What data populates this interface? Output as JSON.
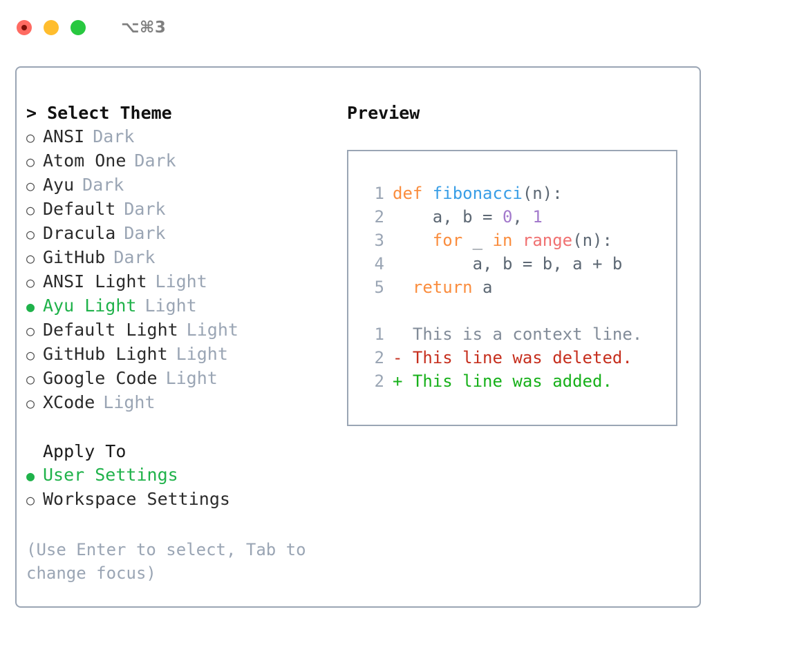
{
  "window": {
    "shortcut": "⌥⌘3",
    "traffic_lights": [
      {
        "name": "close",
        "color": "#ff6b62"
      },
      {
        "name": "minimize",
        "color": "#ffbd2e"
      },
      {
        "name": "maximize",
        "color": "#28c840"
      }
    ]
  },
  "theme_section": {
    "header": "> Select Theme",
    "marker_selected": "●",
    "marker_unselected": "○",
    "items": [
      {
        "marker": "○",
        "label": "ANSI",
        "kind": "Dark",
        "selected": false
      },
      {
        "marker": "○",
        "label": "Atom One",
        "kind": "Dark",
        "selected": false
      },
      {
        "marker": "○",
        "label": "Ayu",
        "kind": "Dark",
        "selected": false
      },
      {
        "marker": "○",
        "label": "Default",
        "kind": "Dark",
        "selected": false
      },
      {
        "marker": "○",
        "label": "Dracula",
        "kind": "Dark",
        "selected": false
      },
      {
        "marker": "○",
        "label": "GitHub",
        "kind": "Dark",
        "selected": false
      },
      {
        "marker": "○",
        "label": "ANSI Light",
        "kind": "Light",
        "selected": false
      },
      {
        "marker": "●",
        "label": "Ayu Light",
        "kind": "Light",
        "selected": true
      },
      {
        "marker": "○",
        "label": "Default Light",
        "kind": "Light",
        "selected": false
      },
      {
        "marker": "○",
        "label": "GitHub Light",
        "kind": "Light",
        "selected": false
      },
      {
        "marker": "○",
        "label": "Google Code",
        "kind": "Light",
        "selected": false
      },
      {
        "marker": "○",
        "label": "XCode",
        "kind": "Light",
        "selected": false
      }
    ]
  },
  "apply_section": {
    "header": "Apply To",
    "items": [
      {
        "marker": "●",
        "label": "User Settings",
        "selected": true
      },
      {
        "marker": "○",
        "label": "Workspace Settings",
        "selected": false
      }
    ]
  },
  "help": {
    "text": "(Use Enter to select, Tab to change focus)"
  },
  "preview": {
    "title": "Preview",
    "code_lines": [
      {
        "number": "1",
        "tokens": [
          {
            "text": "def ",
            "cls": "tok-kw"
          },
          {
            "text": "fibonacci",
            "cls": "tok-fn"
          },
          {
            "text": "(n):",
            "cls": "tok-punc"
          }
        ]
      },
      {
        "number": "2",
        "tokens": [
          {
            "text": "    a, b = ",
            "cls": "tok-id"
          },
          {
            "text": "0",
            "cls": "tok-num"
          },
          {
            "text": ", ",
            "cls": "tok-punc"
          },
          {
            "text": "1",
            "cls": "tok-num"
          }
        ]
      },
      {
        "number": "3",
        "tokens": [
          {
            "text": "    ",
            "cls": "tok-id"
          },
          {
            "text": "for",
            "cls": "tok-kw"
          },
          {
            "text": " _ ",
            "cls": "tok-id"
          },
          {
            "text": "in",
            "cls": "tok-kw"
          },
          {
            "text": " ",
            "cls": "tok-id"
          },
          {
            "text": "range",
            "cls": "tok-call"
          },
          {
            "text": "(n):",
            "cls": "tok-punc"
          }
        ]
      },
      {
        "number": "4",
        "tokens": [
          {
            "text": "        a, b = b, a + b",
            "cls": "tok-id"
          }
        ]
      },
      {
        "number": "5",
        "tokens": [
          {
            "text": "  ",
            "cls": "tok-id"
          },
          {
            "text": "return",
            "cls": "tok-kw"
          },
          {
            "text": " a",
            "cls": "tok-id"
          }
        ]
      }
    ],
    "diff_lines": [
      {
        "number": "1",
        "sign": "  ",
        "text": "This is a context line.",
        "cls": "diff-ctx"
      },
      {
        "number": "2",
        "sign": "- ",
        "text": "This line was deleted.",
        "cls": "diff-del"
      },
      {
        "number": "2",
        "sign": "+ ",
        "text": "This line was added.",
        "cls": "diff-add"
      }
    ]
  },
  "colors": {
    "panel_border": "#9aa5b4",
    "accent_green": "#1fb24a",
    "muted": "#9aa5b4",
    "keyword": "#fa8d3e",
    "function": "#399ee6",
    "number": "#a37acc",
    "call": "#f07171",
    "identifier": "#5c6773",
    "diff_context": "#828c99",
    "diff_deleted": "#c62f1e",
    "diff_added": "#17b01a"
  }
}
